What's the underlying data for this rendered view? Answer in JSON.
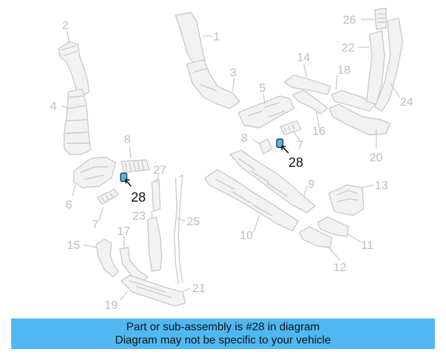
{
  "callouts": {
    "c1": "1",
    "c2": "2",
    "c3": "3",
    "c4": "4",
    "c5": "5",
    "c6": "6",
    "c7a": "7",
    "c7b": "7",
    "c8a": "8",
    "c8b": "8",
    "c9": "9",
    "c10": "10",
    "c11": "11",
    "c12": "12",
    "c13": "13",
    "c14": "14",
    "c15": "15",
    "c16": "16",
    "c17": "17",
    "c18": "18",
    "c19": "19",
    "c20": "20",
    "c21": "21",
    "c22": "22",
    "c23": "23",
    "c24": "24",
    "c25": "25",
    "c26": "26",
    "c27": "27",
    "c28a": "28",
    "c28b": "28"
  },
  "highlight": {
    "color": "#4fb8e6",
    "part_number": "28"
  },
  "banner": {
    "color": "#4fb8f0",
    "line1": "Part or sub-assembly is #28 in diagram",
    "line2": "Diagram may not be specific to your vehicle"
  }
}
